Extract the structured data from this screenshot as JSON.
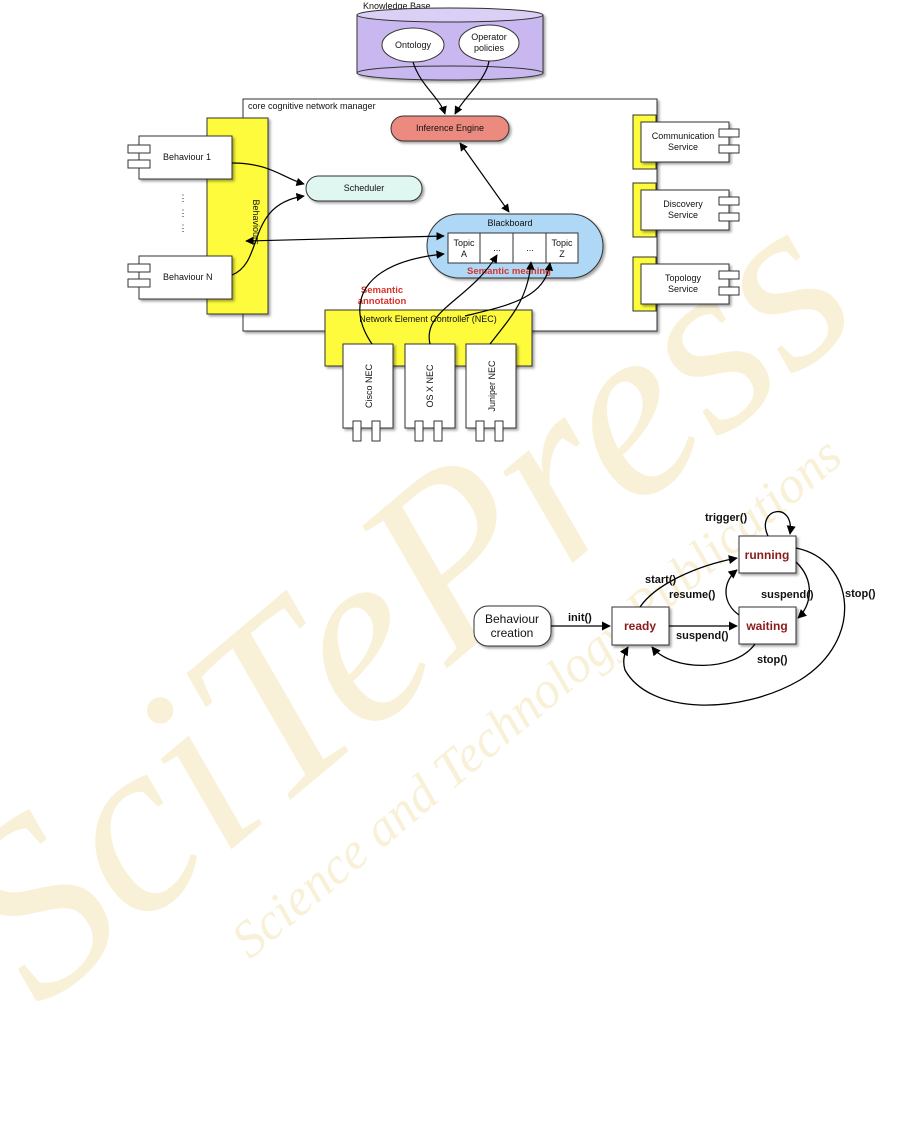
{
  "architecture": {
    "knowledge_base": {
      "title": "Knowledge Base",
      "ontology": "Ontology",
      "operator_policies_l1": "Operator",
      "operator_policies_l2": "policies"
    },
    "manager_title": "core cognitive network manager",
    "inference_engine": "Inference Engine",
    "scheduler": "Scheduler",
    "behaviours_bar": "Behaviours",
    "behaviour_1": "Behaviour 1",
    "behaviour_n": "Behaviour N",
    "ellipsis": "⋮",
    "blackboard": {
      "title": "Blackboard",
      "topic_a_l1": "Topic",
      "topic_a_l2": "A",
      "dots1": "...",
      "dots2": "...",
      "topic_z_l1": "Topic",
      "topic_z_l2": "Z",
      "semantic_meaning": "Semantic meaning"
    },
    "semantic_annotation_l1": "Semantic",
    "semantic_annotation_l2": "annotation",
    "services": {
      "communication_l1": "Communication",
      "communication_l2": "Service",
      "discovery_l1": "Discovery",
      "discovery_l2": "Service",
      "topology_l1": "Topology",
      "topology_l2": "Service"
    },
    "nec_title": "Network Element Controller (NEC)",
    "cisco_nec": "Cisco NEC",
    "osx_nec": "OS X NEC",
    "juniper_nec": "Juniper NEC"
  },
  "state_machine": {
    "creation_l1": "Behaviour",
    "creation_l2": "creation",
    "states": {
      "ready": "ready",
      "running": "running",
      "waiting": "waiting"
    },
    "transitions": {
      "init": "init()",
      "start": "start()",
      "trigger": "trigger()",
      "resume": "resume()",
      "suspend_rw": "suspend()",
      "suspend_ready": "suspend()",
      "stop_waiting": "stop()",
      "stop_running": "stop()"
    }
  },
  "watermark": {
    "big": "SciTePress",
    "small": "Science and Technology Publications"
  },
  "colors": {
    "kb_purple": "#c9b8ef",
    "inference_red": "#ec8a80",
    "scheduler_cyan": "#dff6f1",
    "blackboard_blue": "#aed8f5",
    "yellow": "#fdfb3a",
    "semantic_red": "#d9342b",
    "state_text": "#8b1a1a"
  }
}
